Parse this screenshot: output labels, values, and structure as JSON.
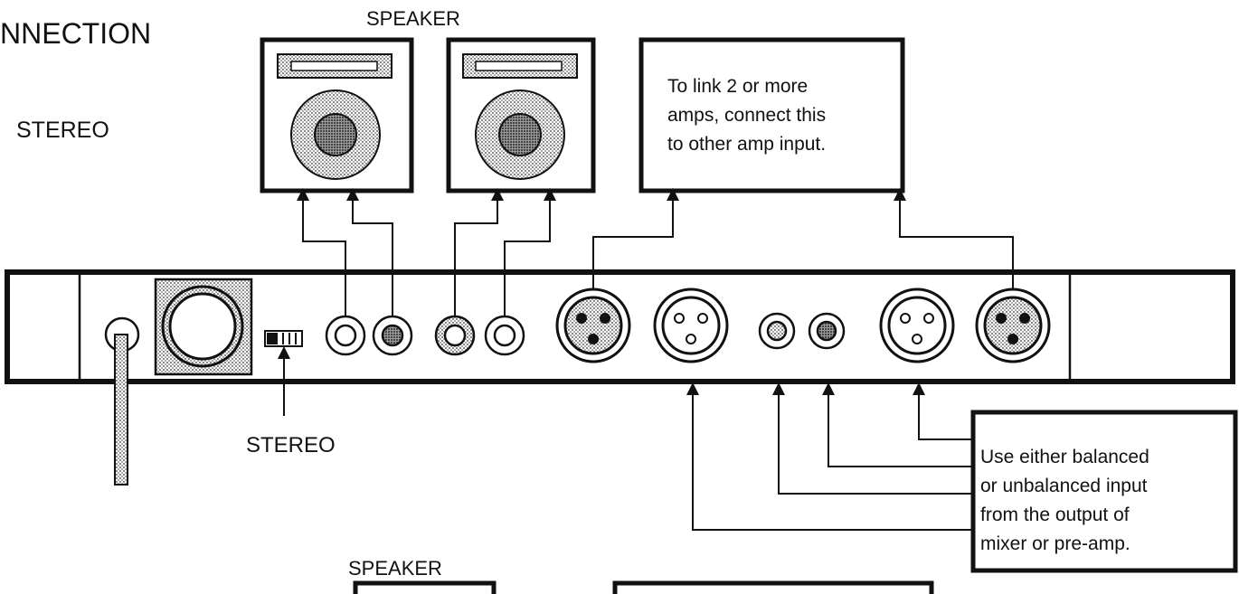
{
  "title": "NNECTION",
  "mode_label": "STEREO",
  "speaker_label_top": "SPEAKER",
  "speaker_label_bottom": "SPEAKER",
  "switch_label": "STEREO",
  "link_note": {
    "lines": [
      "To link 2 or more",
      "amps, connect this",
      "to other amp input."
    ]
  },
  "input_note": {
    "lines": [
      "Use either balanced",
      "or unbalanced input",
      "from the output of",
      "mixer or pre-amp."
    ]
  },
  "colors": {
    "line": "#111111",
    "shade": "#bdbdbd",
    "dark_shade": "#7a7a7a",
    "background": "#ffffff"
  }
}
